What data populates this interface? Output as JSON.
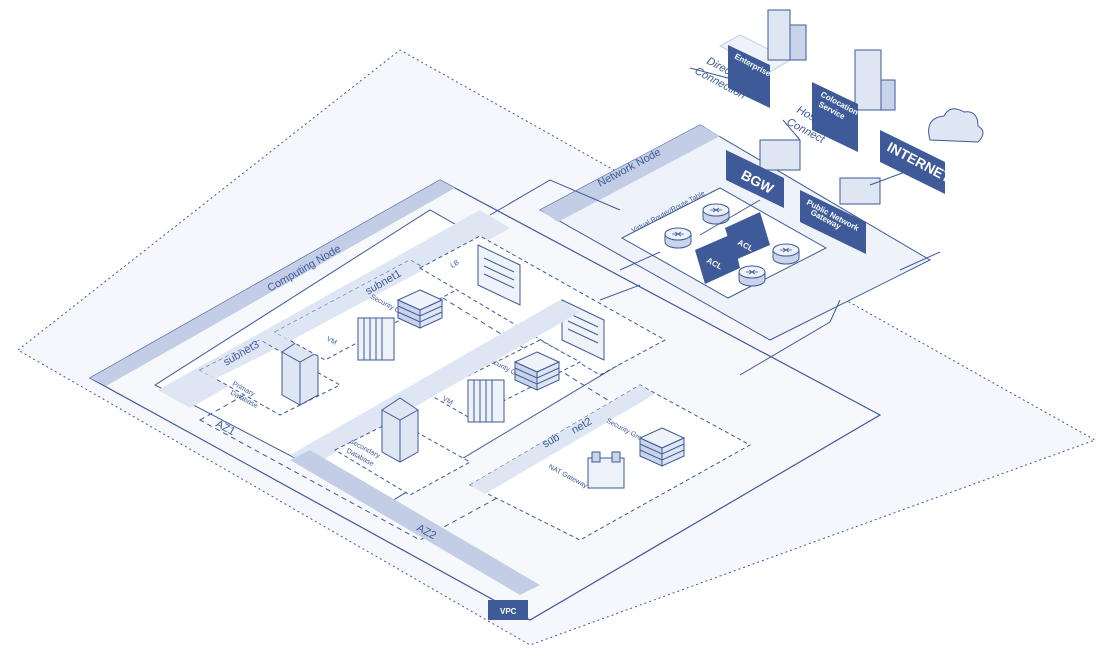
{
  "labels": {
    "enterprise_idc": "Enterprise IDC",
    "colocation_service_1": "Colocation",
    "colocation_service_2": "Service",
    "internet": "INTERNET",
    "direct_connection_1": "Direct",
    "direct_connection_2": "Connection",
    "hosted_connect_1": "Hosted",
    "hosted_connect_2": "Connect",
    "bgw": "BGW",
    "public_network_gateway_1": "Public Network",
    "public_network_gateway_2": "Gateway",
    "network_node": "Network Node",
    "virtual_router": "Virtual Router/Route Table",
    "acl_1": "ACL",
    "acl_2": "ACL",
    "computing_node": "Computing Node",
    "subnet1": "subnet1",
    "subnet3": "subnet3",
    "lb": "LB",
    "vm_1": "VM",
    "vm_2": "VM",
    "security_group_1": "Security Group",
    "security_group_2": "Security Group",
    "security_group_3": "Security Group",
    "primary_database_1": "Primary",
    "primary_database_2": "Database",
    "secondary_database_1": "secondary",
    "secondary_database_2": "Database",
    "subnet2_a": "sub",
    "subnet2_b": "net2",
    "nat_gateway": "NAT Gateway",
    "az1": "AZ1",
    "az2": "AZ2",
    "vpc": "VPC"
  },
  "colors": {
    "accent": "#3e5a99",
    "panel": "#d5deee",
    "panel_light": "#eef2f9",
    "line": "#5b74ad"
  }
}
